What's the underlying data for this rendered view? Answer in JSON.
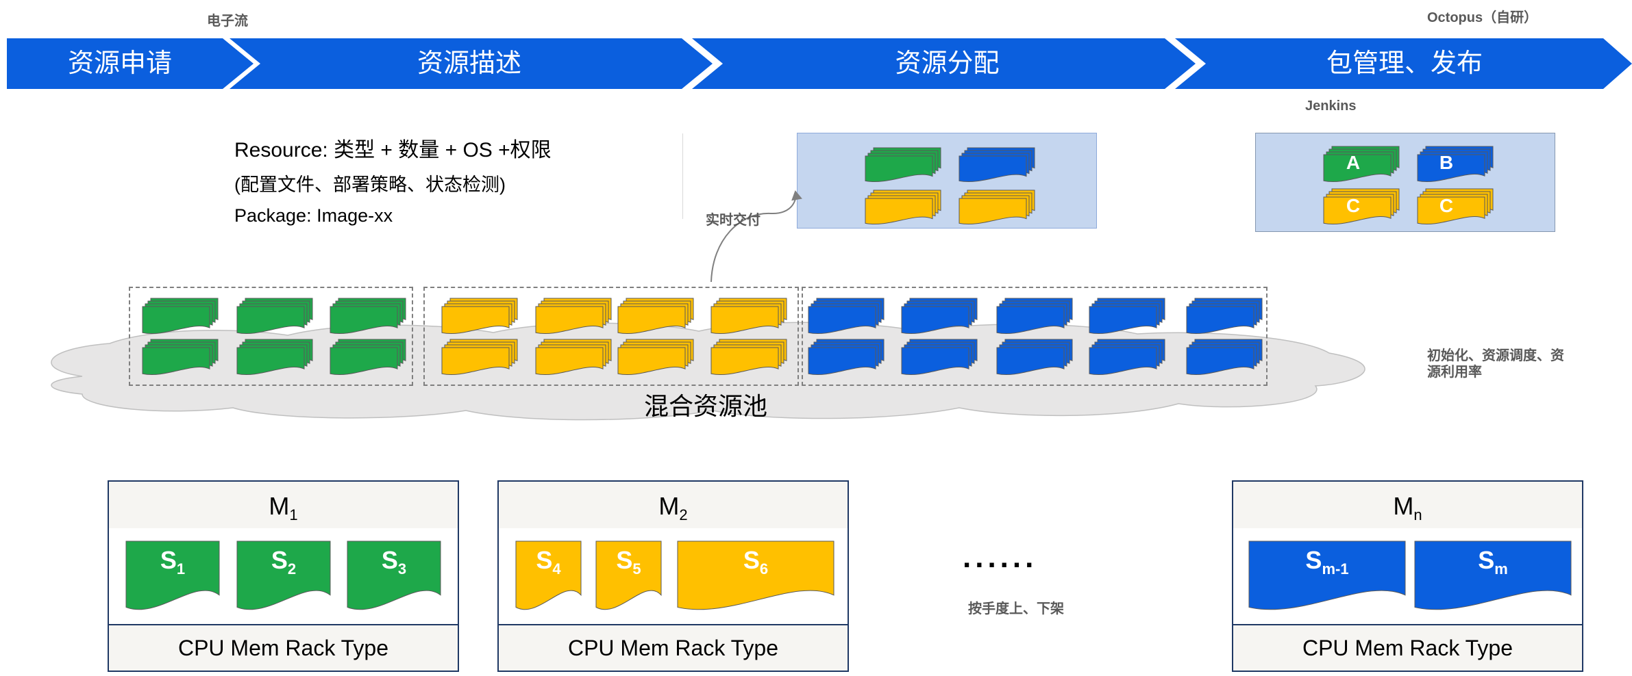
{
  "stages": [
    {
      "label": "资源申请"
    },
    {
      "label": "资源描述"
    },
    {
      "label": "资源分配"
    },
    {
      "label": "包管理、发布"
    }
  ],
  "top_labels": {
    "electronic_flow": "电子流",
    "octopus": "Octopus（自研）",
    "jenkins": "Jenkins"
  },
  "description": {
    "resource_line": "Resource: 类型 + 数量 + OS +权限",
    "config_line": "(配置文件、部署策略、状态检测)",
    "package_line": "Package:   Image-xx"
  },
  "realtime_delivery": "实时交付",
  "pool": {
    "label": "混合资源池",
    "side_note_line1": "初始化、资源调度、资",
    "side_note_line2": "源利用率"
  },
  "packages": [
    {
      "label": "A"
    },
    {
      "label": "B"
    },
    {
      "label": "C"
    },
    {
      "label": "C"
    }
  ],
  "machines": [
    {
      "name": "M",
      "sub": "1",
      "footer": "CPU  Mem  Rack Type",
      "slots": [
        {
          "name": "S",
          "sub": "1"
        },
        {
          "name": "S",
          "sub": "2"
        },
        {
          "name": "S",
          "sub": "3"
        }
      ]
    },
    {
      "name": "M",
      "sub": "2",
      "footer": "CPU  Mem  Rack Type",
      "slots": [
        {
          "name": "S",
          "sub": "4"
        },
        {
          "name": "S",
          "sub": "5"
        },
        {
          "name": "S",
          "sub": "6"
        }
      ]
    },
    {
      "name": "M",
      "sub": "n",
      "footer": "CPU  Mem  Rack Type",
      "slots": [
        {
          "name": "S",
          "sub": "m-1"
        },
        {
          "name": "S",
          "sub": "m"
        }
      ]
    }
  ],
  "ellipsis": "......",
  "manual_note": "按手度上、下架",
  "colors": {
    "chevron": "#0b5fde",
    "green": "#1ea84a",
    "yellow": "#ffc000",
    "blue": "#0b5fde",
    "panel": "#c5d6ef",
    "machine_border": "#1f3864"
  }
}
